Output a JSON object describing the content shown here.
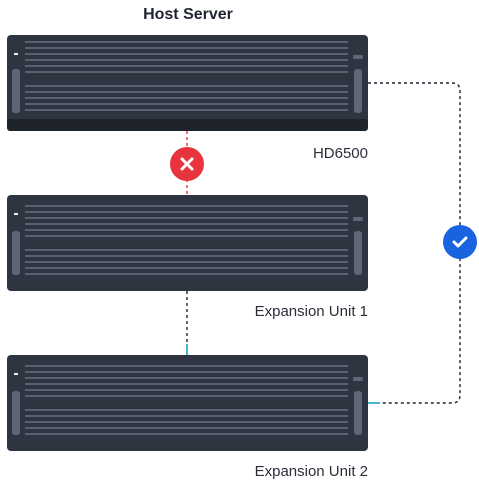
{
  "title": "Host Server",
  "units": [
    {
      "label": "HD6500"
    },
    {
      "label": "Expansion Unit 1"
    },
    {
      "label": "Expansion Unit 2"
    }
  ],
  "colors": {
    "chassis": "#2e3440",
    "chassis_dark": "#1e232c",
    "vent": "#596273",
    "handle": "#5e6777",
    "error": "#e8343f",
    "success": "#1a63e0",
    "link": "#1f2430",
    "link_error": "#e8343f",
    "port": "#19a4c2"
  },
  "connections": [
    {
      "from": "Host Server",
      "to": "Expansion Unit 1",
      "status": "error",
      "icon": "error-x-icon"
    },
    {
      "from": "Expansion Unit 1",
      "to": "Expansion Unit 2",
      "status": "ok"
    },
    {
      "from": "Host Server",
      "to": "Expansion Unit 2",
      "status": "ok",
      "icon": "check-icon"
    }
  ]
}
